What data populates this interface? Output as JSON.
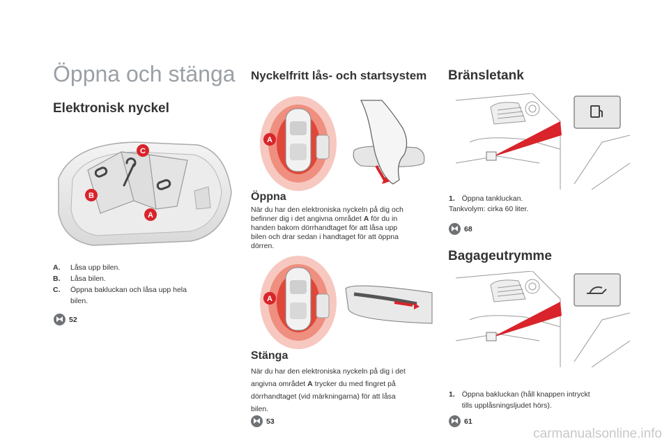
{
  "page_title": "Öppna och stänga",
  "left": {
    "heading": "Elektronisk nyckel",
    "diagram_callouts": [
      "C",
      "B",
      "A"
    ],
    "items": [
      {
        "label": "A.",
        "text": "Låsa upp bilen."
      },
      {
        "label": "B.",
        "text": "Låsa bilen."
      },
      {
        "label": "C.",
        "text": "Öppna bakluckan och låsa upp hela"
      },
      {
        "label": "",
        "text": "bilen."
      }
    ],
    "ref": "52"
  },
  "middle": {
    "heading": "Nyckelfritt lås- och startsystem",
    "zone_label": "A",
    "open": {
      "heading": "Öppna",
      "lines": [
        "När du har den elektroniska nyckeln på dig och",
        "befinner dig i det angivna området",
        "A",
        "för du in",
        "handen bakom dörrhandtaget för att låsa upp",
        "bilen och drar sedan i handtaget för att öppna",
        "dörren."
      ]
    },
    "close": {
      "heading": "Stänga",
      "lines": [
        "När du har den elektroniska nyckeln på dig i det",
        "angivna området",
        "A",
        "trycker du med fingret på",
        "dörrhandtaget (vid märkningarna) för att låsa",
        "bilen."
      ]
    },
    "ref": "53"
  },
  "right": {
    "fuel": {
      "heading": "Bränsletank",
      "step_num": "1.",
      "step_text": "Öppna tankluckan.",
      "volume": "Tankvolym: cirka 60 liter.",
      "ref": "68"
    },
    "boot": {
      "heading": "Bagageutrymme",
      "step_num": "1.",
      "step_text_1": "Öppna bakluckan (håll knappen intryckt",
      "step_text_2": "tills upplåsningsljudet hörs).",
      "ref": "61"
    }
  },
  "watermark": "carmanualsonline.info",
  "colors": {
    "accent_red": "#d8242a",
    "title_gray": "#9aa0a6",
    "ref_icon": "#6f7275"
  }
}
